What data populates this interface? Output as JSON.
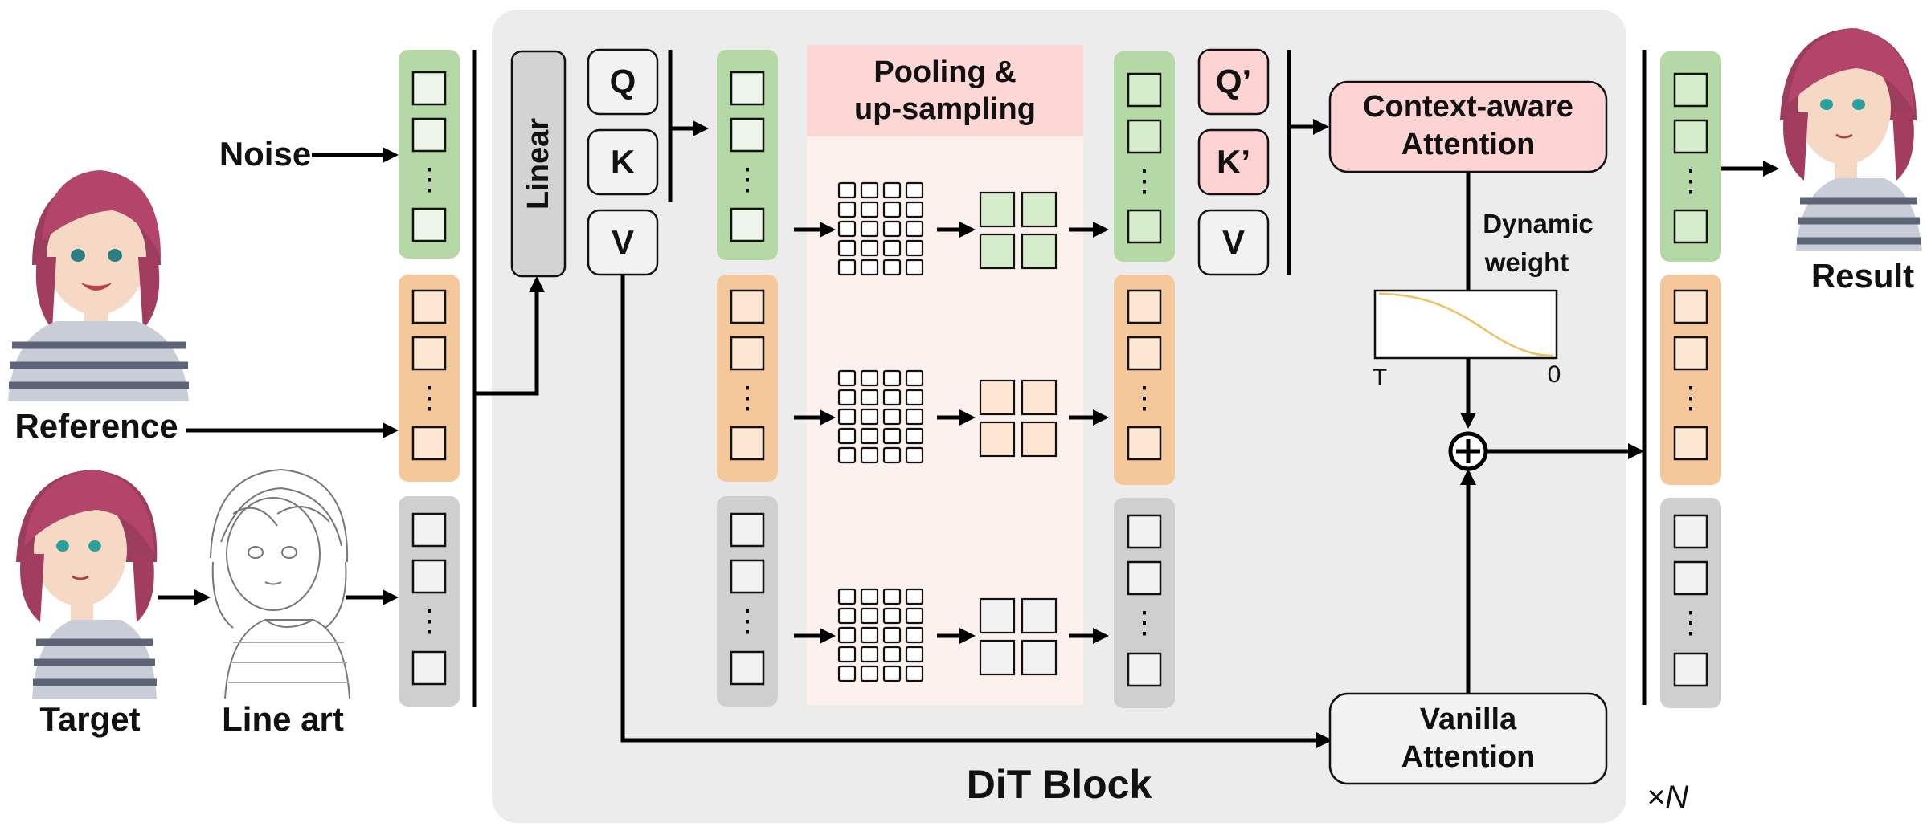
{
  "labels": {
    "noise": "Noise",
    "reference": "Reference",
    "target": "Target",
    "line_art": "Line art",
    "linear": "Linear",
    "q": "Q",
    "k": "K",
    "v": "V",
    "q_prime": "Q’",
    "k_prime": "K’",
    "v2": "V",
    "pooling_line1": "Pooling &",
    "pooling_line2": "up-sampling",
    "context_line1": "Context-aware",
    "context_line2": "Attention",
    "dynamic_line1": "Dynamic",
    "dynamic_line2": "weight",
    "axis_t": "T",
    "axis_zero": "0",
    "vanilla_line1": "Vanilla",
    "vanilla_line2": "Attention",
    "dit_block": "DiT Block",
    "times_n": "×N",
    "result": "Result",
    "dots": "⋮"
  },
  "colors": {
    "noise_tokens": "#b5d9a6",
    "reference_tokens": "#f5c89c",
    "target_tokens": "#cfcfcf",
    "dit_background": "#ececec",
    "pooling_panel": "#fdf0ee",
    "pooling_header": "#fdd6d6",
    "attention_box": "#fdd3d3",
    "curve": "#f0c060"
  },
  "icons": [
    "character-reference-image",
    "character-target-image",
    "line-art-sketch-image",
    "character-result-image",
    "plus-circle-icon"
  ]
}
